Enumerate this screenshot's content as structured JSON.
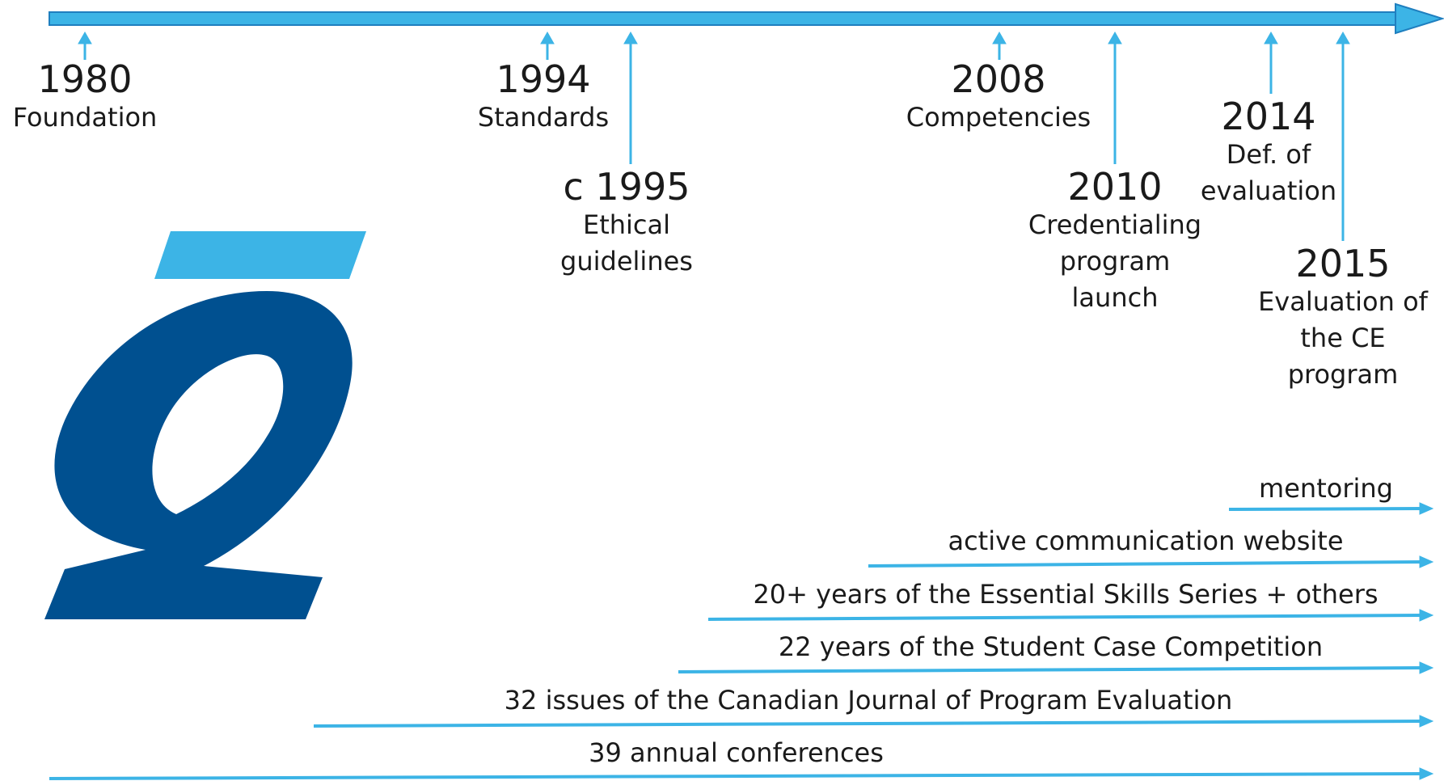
{
  "timeline": {
    "events": [
      {
        "year": "1980",
        "label": "Foundation"
      },
      {
        "year": "1994",
        "label": "Standards"
      },
      {
        "year": "c 1995",
        "label": "Ethical\nguidelines"
      },
      {
        "year": "2008",
        "label": "Competencies"
      },
      {
        "year": "2010",
        "label": "Credentialing\nprogram\nlaunch"
      },
      {
        "year": "2014",
        "label": "Def. of\nevaluation"
      },
      {
        "year": "2015",
        "label": "Evaluation of\nthe CE\nprogram"
      }
    ]
  },
  "activities": [
    {
      "label": "mentoring"
    },
    {
      "label": "active communication website"
    },
    {
      "label": "20+ years of the Essential Skills Series + others"
    },
    {
      "label": "22 years of the Student Case Competition"
    },
    {
      "label": "32 issues of the Canadian Journal of Program Evaluation"
    },
    {
      "label": "39 annual conferences"
    }
  ],
  "colors": {
    "accent": "#3cb4e6",
    "accent_dark": "#1f7fbf",
    "logo_navy": "#005090",
    "logo_light": "#3cb4e6"
  },
  "logo": {
    "icon": "ce-logo-icon"
  }
}
